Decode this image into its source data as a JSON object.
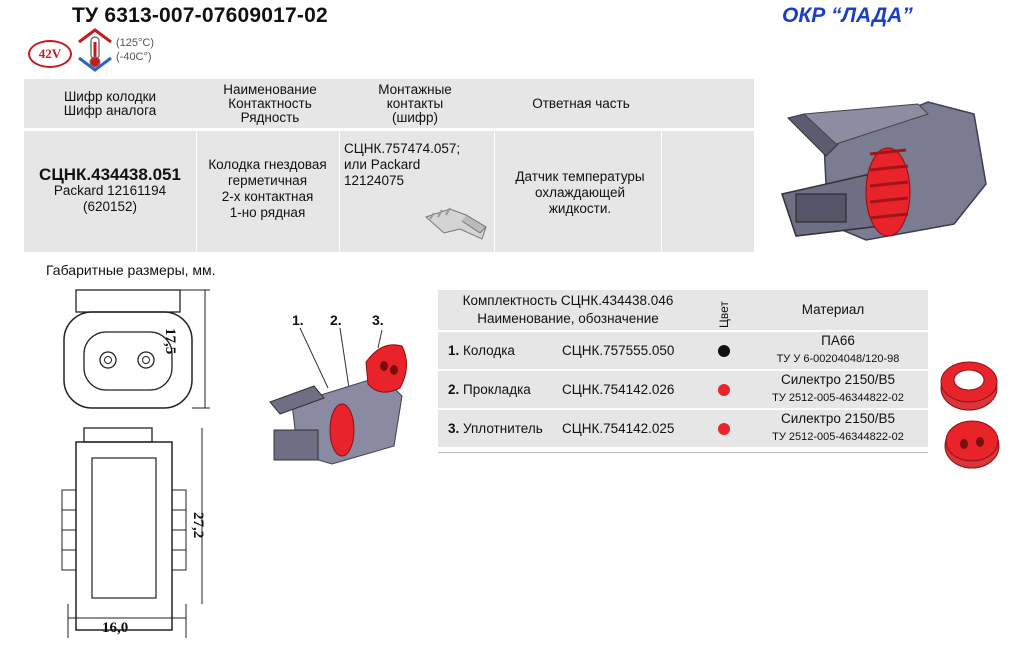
{
  "header": {
    "title": "ТУ 6313-007-07609017-02",
    "okr": "ОКР “ЛАДА”",
    "voltage": "42V",
    "temp_max": "(125°C)",
    "temp_min": "(-40C°)"
  },
  "table": {
    "columns": [
      {
        "l1": "Шифр колодки",
        "l2": "Шифр аналога",
        "l3": ""
      },
      {
        "l1": "Наименование",
        "l2": "Контактность",
        "l3": "Рядность"
      },
      {
        "l1": "Монтажные",
        "l2": "контакты",
        "l3": "(шифр)"
      },
      {
        "l1": "Ответная часть",
        "l2": "",
        "l3": ""
      }
    ],
    "row": {
      "code": "СЦНК.434438.051",
      "analog1": "Packard 12161194",
      "analog2": "(620152)",
      "name1": "Колодка гнездовая",
      "name2": "герметичная",
      "name3": "2-х контактная",
      "name4": "1-но рядная",
      "contacts1": "СЦНК.757474.057;",
      "contacts2": "или Packard",
      "contacts3": "12124075",
      "mate1": "Датчик температуры",
      "mate2": "охлаждающей",
      "mate3": "жидкости."
    }
  },
  "dimensions": {
    "label": "Габаритные размеры, мм.",
    "height_front": "17,5",
    "height_side": "27,2",
    "width": "16,0"
  },
  "callouts": [
    "1.",
    "2.",
    "3."
  ],
  "kit": {
    "head1": "Комплектность СЦНК.434438.046",
    "head2": "Наименование, обозначение",
    "color_col": "Цвет",
    "material_col": "Материал",
    "items": [
      {
        "num": "1.",
        "name": "Колодка",
        "code": "СЦНК.757555.050",
        "color": "#111111",
        "mat1": "ПА66",
        "mat2": "ТУ У 6-00204048/120-98"
      },
      {
        "num": "2.",
        "name": "Прокладка",
        "code": "СЦНК.754142.026",
        "color": "#e8242a",
        "mat1": "Силектро 2150/В5",
        "mat2": "ТУ 2512-005-46344822-02"
      },
      {
        "num": "3.",
        "name": "Уплотнитель",
        "code": "СЦНК.754142.025",
        "color": "#e8242a",
        "mat1": "Силектро 2150/В5",
        "mat2": "ТУ 2512-005-46344822-02"
      }
    ]
  }
}
